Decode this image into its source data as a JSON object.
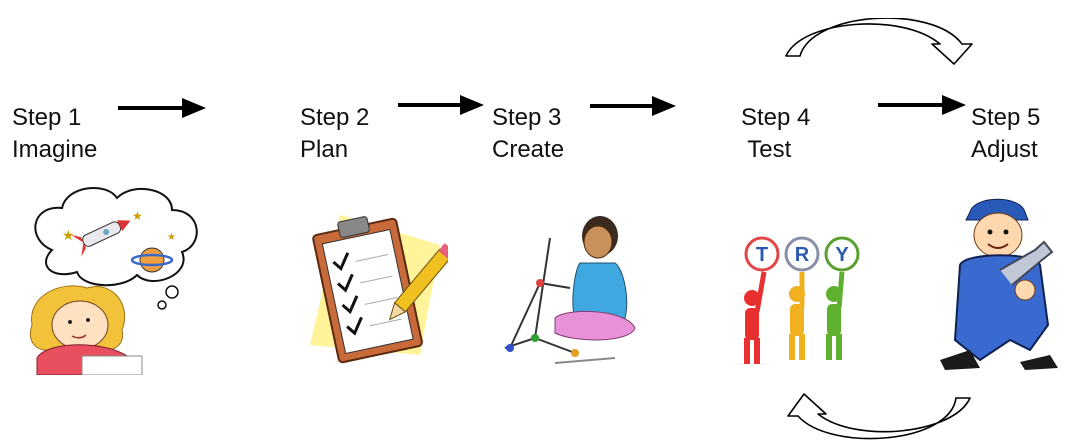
{
  "steps": [
    {
      "num": "Step 1",
      "name": "Imagine",
      "picture": "child-dreaming-of-rocket-and-planet"
    },
    {
      "num": "Step 2",
      "name": "Plan",
      "picture": "clipboard-checklist-and-pencil"
    },
    {
      "num": "Step 3",
      "name": "Create",
      "picture": "girl-building-structure"
    },
    {
      "num": "Step 4",
      "name": " Test",
      "picture": "figures-holding-try-balloons",
      "letters": [
        "T",
        "R",
        "Y"
      ]
    },
    {
      "num": "Step 5",
      "name": "Adjust",
      "picture": "mechanic-with-wrench"
    }
  ],
  "arrows": [
    "step1-to-step2",
    "step2-to-step3",
    "step3-to-step4",
    "step4-to-step5"
  ],
  "cycle_arrows": [
    "top-curved-arrow",
    "bottom-curved-arrow"
  ],
  "colors": {
    "text": "#111111",
    "arrow": "#000000"
  }
}
